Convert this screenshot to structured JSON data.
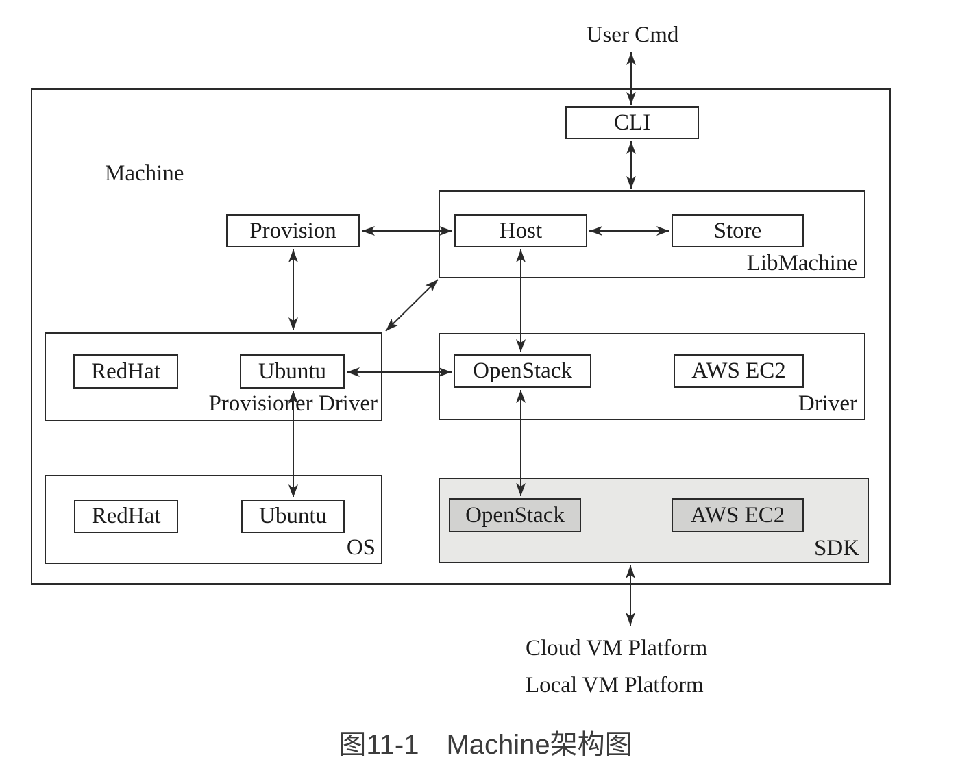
{
  "labels": {
    "user_cmd": "User Cmd",
    "cloud_vm_platform": "Cloud VM Platform",
    "local_vm_platform": "Local VM Platform",
    "caption": "图11-1　Machine架构图"
  },
  "machine": {
    "label": "Machine"
  },
  "cli": {
    "label": "CLI"
  },
  "libmachine": {
    "label": "LibMachine",
    "host": "Host",
    "store": "Store"
  },
  "provision": {
    "label": "Provision"
  },
  "provisioner_driver": {
    "label": "Provisioner Driver",
    "redhat": "RedHat",
    "ubuntu": "Ubuntu"
  },
  "driver": {
    "label": "Driver",
    "openstack": "OpenStack",
    "aws_ec2": "AWS EC2"
  },
  "os": {
    "label": "OS",
    "redhat": "RedHat",
    "ubuntu": "Ubuntu"
  },
  "sdk": {
    "label": "SDK",
    "openstack": "OpenStack",
    "aws_ec2": "AWS EC2"
  },
  "colors": {
    "line": "#2a2a2a",
    "text": "#1b1b1b",
    "sdk_background": "#e8e8e6",
    "sdk_item_background": "#d2d2d0",
    "caption_text": "#3c3c3c"
  }
}
